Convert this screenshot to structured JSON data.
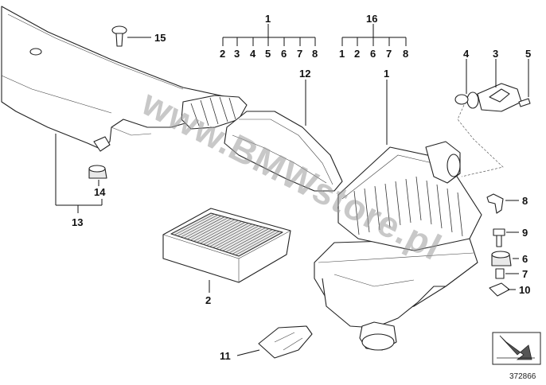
{
  "diagram": {
    "watermark": "www.BMWstore.pl",
    "drawing_number": "372866",
    "callouts": {
      "c1_top": "1",
      "c16_top": "16",
      "c1_main": "1",
      "c2": "2",
      "c3": "3",
      "c4": "4",
      "c5": "5",
      "c6": "6",
      "c7": "7",
      "c8": "8",
      "c9": "9",
      "c10": "10",
      "c11": "11",
      "c12": "12",
      "c13": "13",
      "c14": "14",
      "c15": "15"
    },
    "group1_items": [
      "2",
      "3",
      "4",
      "5",
      "6",
      "7",
      "8"
    ],
    "group16_items": [
      "1",
      "2",
      "6",
      "7",
      "8"
    ]
  }
}
